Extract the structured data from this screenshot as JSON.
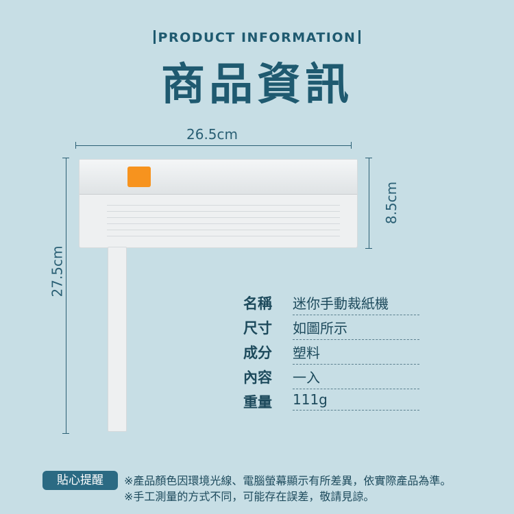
{
  "header": {
    "subtitle": "PRODUCT INFORMATION",
    "title": "商品資訊"
  },
  "dimensions": {
    "width": "26.5cm",
    "height": "8.5cm",
    "length": "27.5cm"
  },
  "specs": [
    {
      "label": "名稱",
      "value": "迷你手動裁紙機"
    },
    {
      "label": "尺寸",
      "value": "如圖所示"
    },
    {
      "label": "成分",
      "value": "塑料"
    },
    {
      "label": "內容",
      "value": "一入"
    },
    {
      "label": "重量",
      "value": "111g"
    }
  ],
  "notice": {
    "badge": "貼心提醒",
    "lines": [
      "※產品顏色因環境光線、電腦螢幕顯示有所差異，依實際產品為準。",
      "※手工測量的方式不同，可能存在誤差，敬請見諒。"
    ]
  },
  "colors": {
    "background": "#c7dee5",
    "accent": "#1f5a70",
    "blade": "#f7931e"
  }
}
